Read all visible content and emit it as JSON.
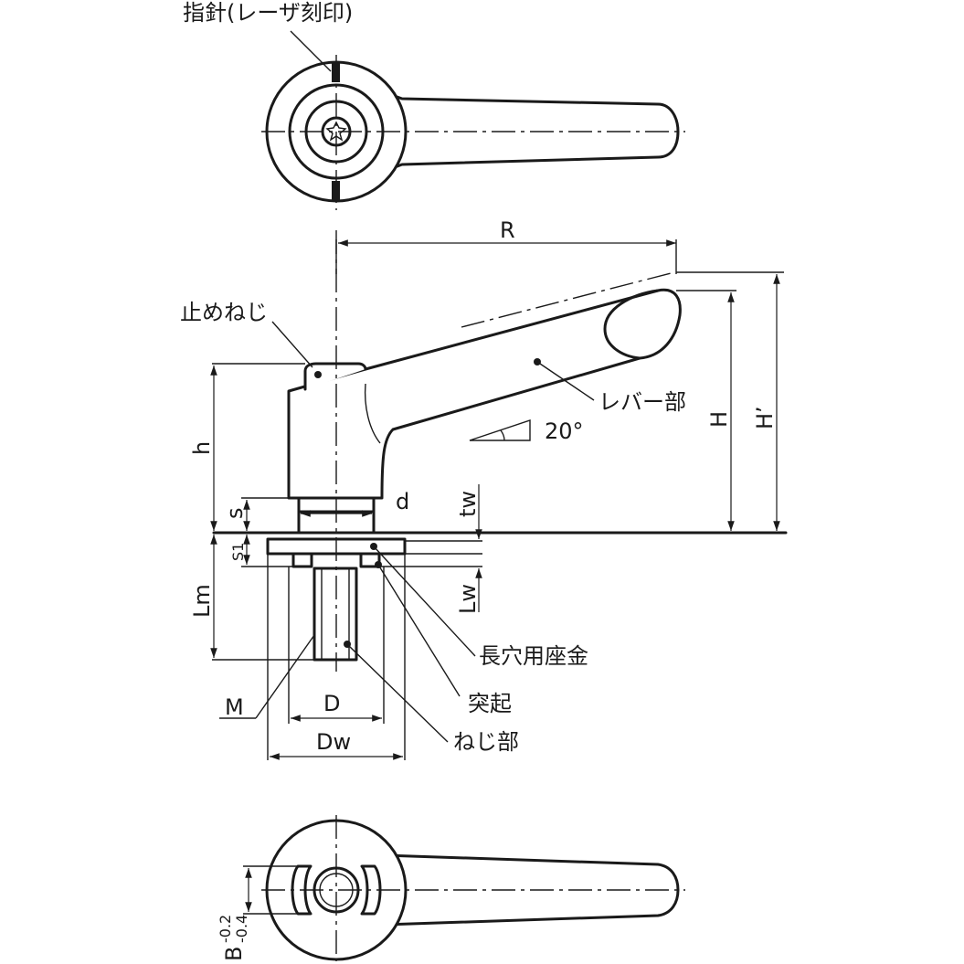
{
  "labels": {
    "pointer": "指針(レーザ刻印)",
    "set_screw": "止めねじ",
    "lever": "レバー部",
    "angle": "20°",
    "slot_washer": "長穴用座金",
    "protrusion": "突起",
    "thread": "ねじ部"
  },
  "dimensions": {
    "R": "R",
    "h": "h",
    "s": "s",
    "s1": "S1",
    "d": "d",
    "tw": "tw",
    "lw": "Lw",
    "lm": "Lm",
    "m": "M",
    "D": "D",
    "dw": "Dw",
    "H": "H",
    "H2": "H’",
    "B": "B",
    "B_tol_upper": "-0.2",
    "B_tol_lower": "-0.4"
  },
  "colors": {
    "line": "#1a1a1a",
    "background": "#ffffff"
  }
}
